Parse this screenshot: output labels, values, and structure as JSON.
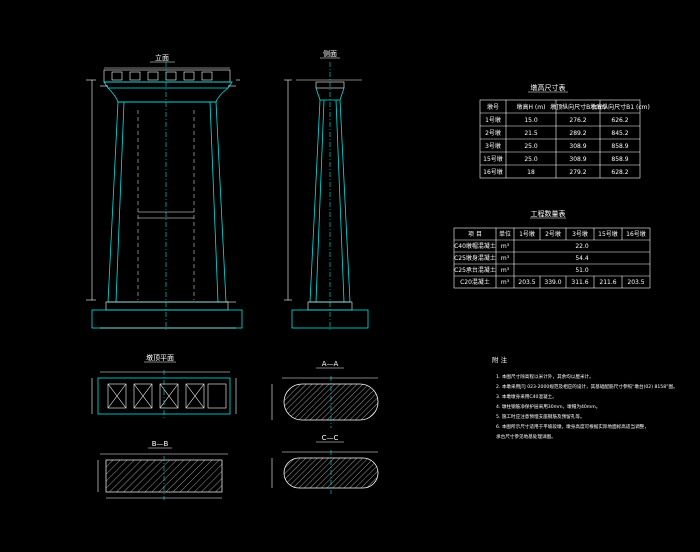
{
  "views": {
    "front_title": "立面",
    "side_title": "侧面",
    "plan_top_title": "墩顶平面",
    "section_b_title": "B—B",
    "section_a_title": "A—A",
    "section_c_title": "C—C",
    "section_d_title": "D—D"
  },
  "size_table": {
    "title": "墩高尺寸表",
    "headers": [
      "墩号",
      "墩高H (m)",
      "墩顶纵向尺寸B (cm)",
      "墩底纵向尺寸B1 (cm)"
    ],
    "rows": [
      [
        "1号墩",
        "15.0",
        "276.2",
        "626.2"
      ],
      [
        "2号墩",
        "21.5",
        "289.2",
        "845.2"
      ],
      [
        "3号墩",
        "25.0",
        "308.9",
        "858.9"
      ],
      [
        "15号墩",
        "25.0",
        "308.9",
        "858.9"
      ],
      [
        "16号墩",
        "18",
        "279.2",
        "628.2"
      ]
    ]
  },
  "quantity_table": {
    "title": "工程数量表",
    "headers": [
      "项 目",
      "单位",
      "1号墩",
      "2号墩",
      "3号墩",
      "15号墩",
      "16号墩"
    ],
    "rows": [
      [
        "C40墩帽混凝土",
        "m³",
        "22.0"
      ],
      [
        "C25墩身混凝土",
        "m³",
        "54.4"
      ],
      [
        "C25承台混凝土",
        "m³",
        "51.0"
      ],
      [
        "C20混凝土",
        "m³",
        "203.5",
        "339.0",
        "311.6",
        "211.6",
        "203.5"
      ]
    ]
  },
  "notes": {
    "heading": "附 注",
    "items": [
      "1. 本图尺寸除高程以米计外，其余均以厘米计。",
      "2. 本墩采用JTJ 023-2000规范及相应的设计，其基础配筋尺寸参照“墩台(02) 8158”图。",
      "3. 本墩墩身采用C40混凝土。",
      "4. 墩柱钢筋净保护层采用30mm，墩帽为40mm。",
      "5. 施工时应注意预埋支座钢筋及预留孔等。",
      "6. 本图所示尺寸适用于平坡段墩，墩身高度可根据实际地面标高适当调整，",
      "    承台尺寸参见地基处理详图。"
    ]
  }
}
